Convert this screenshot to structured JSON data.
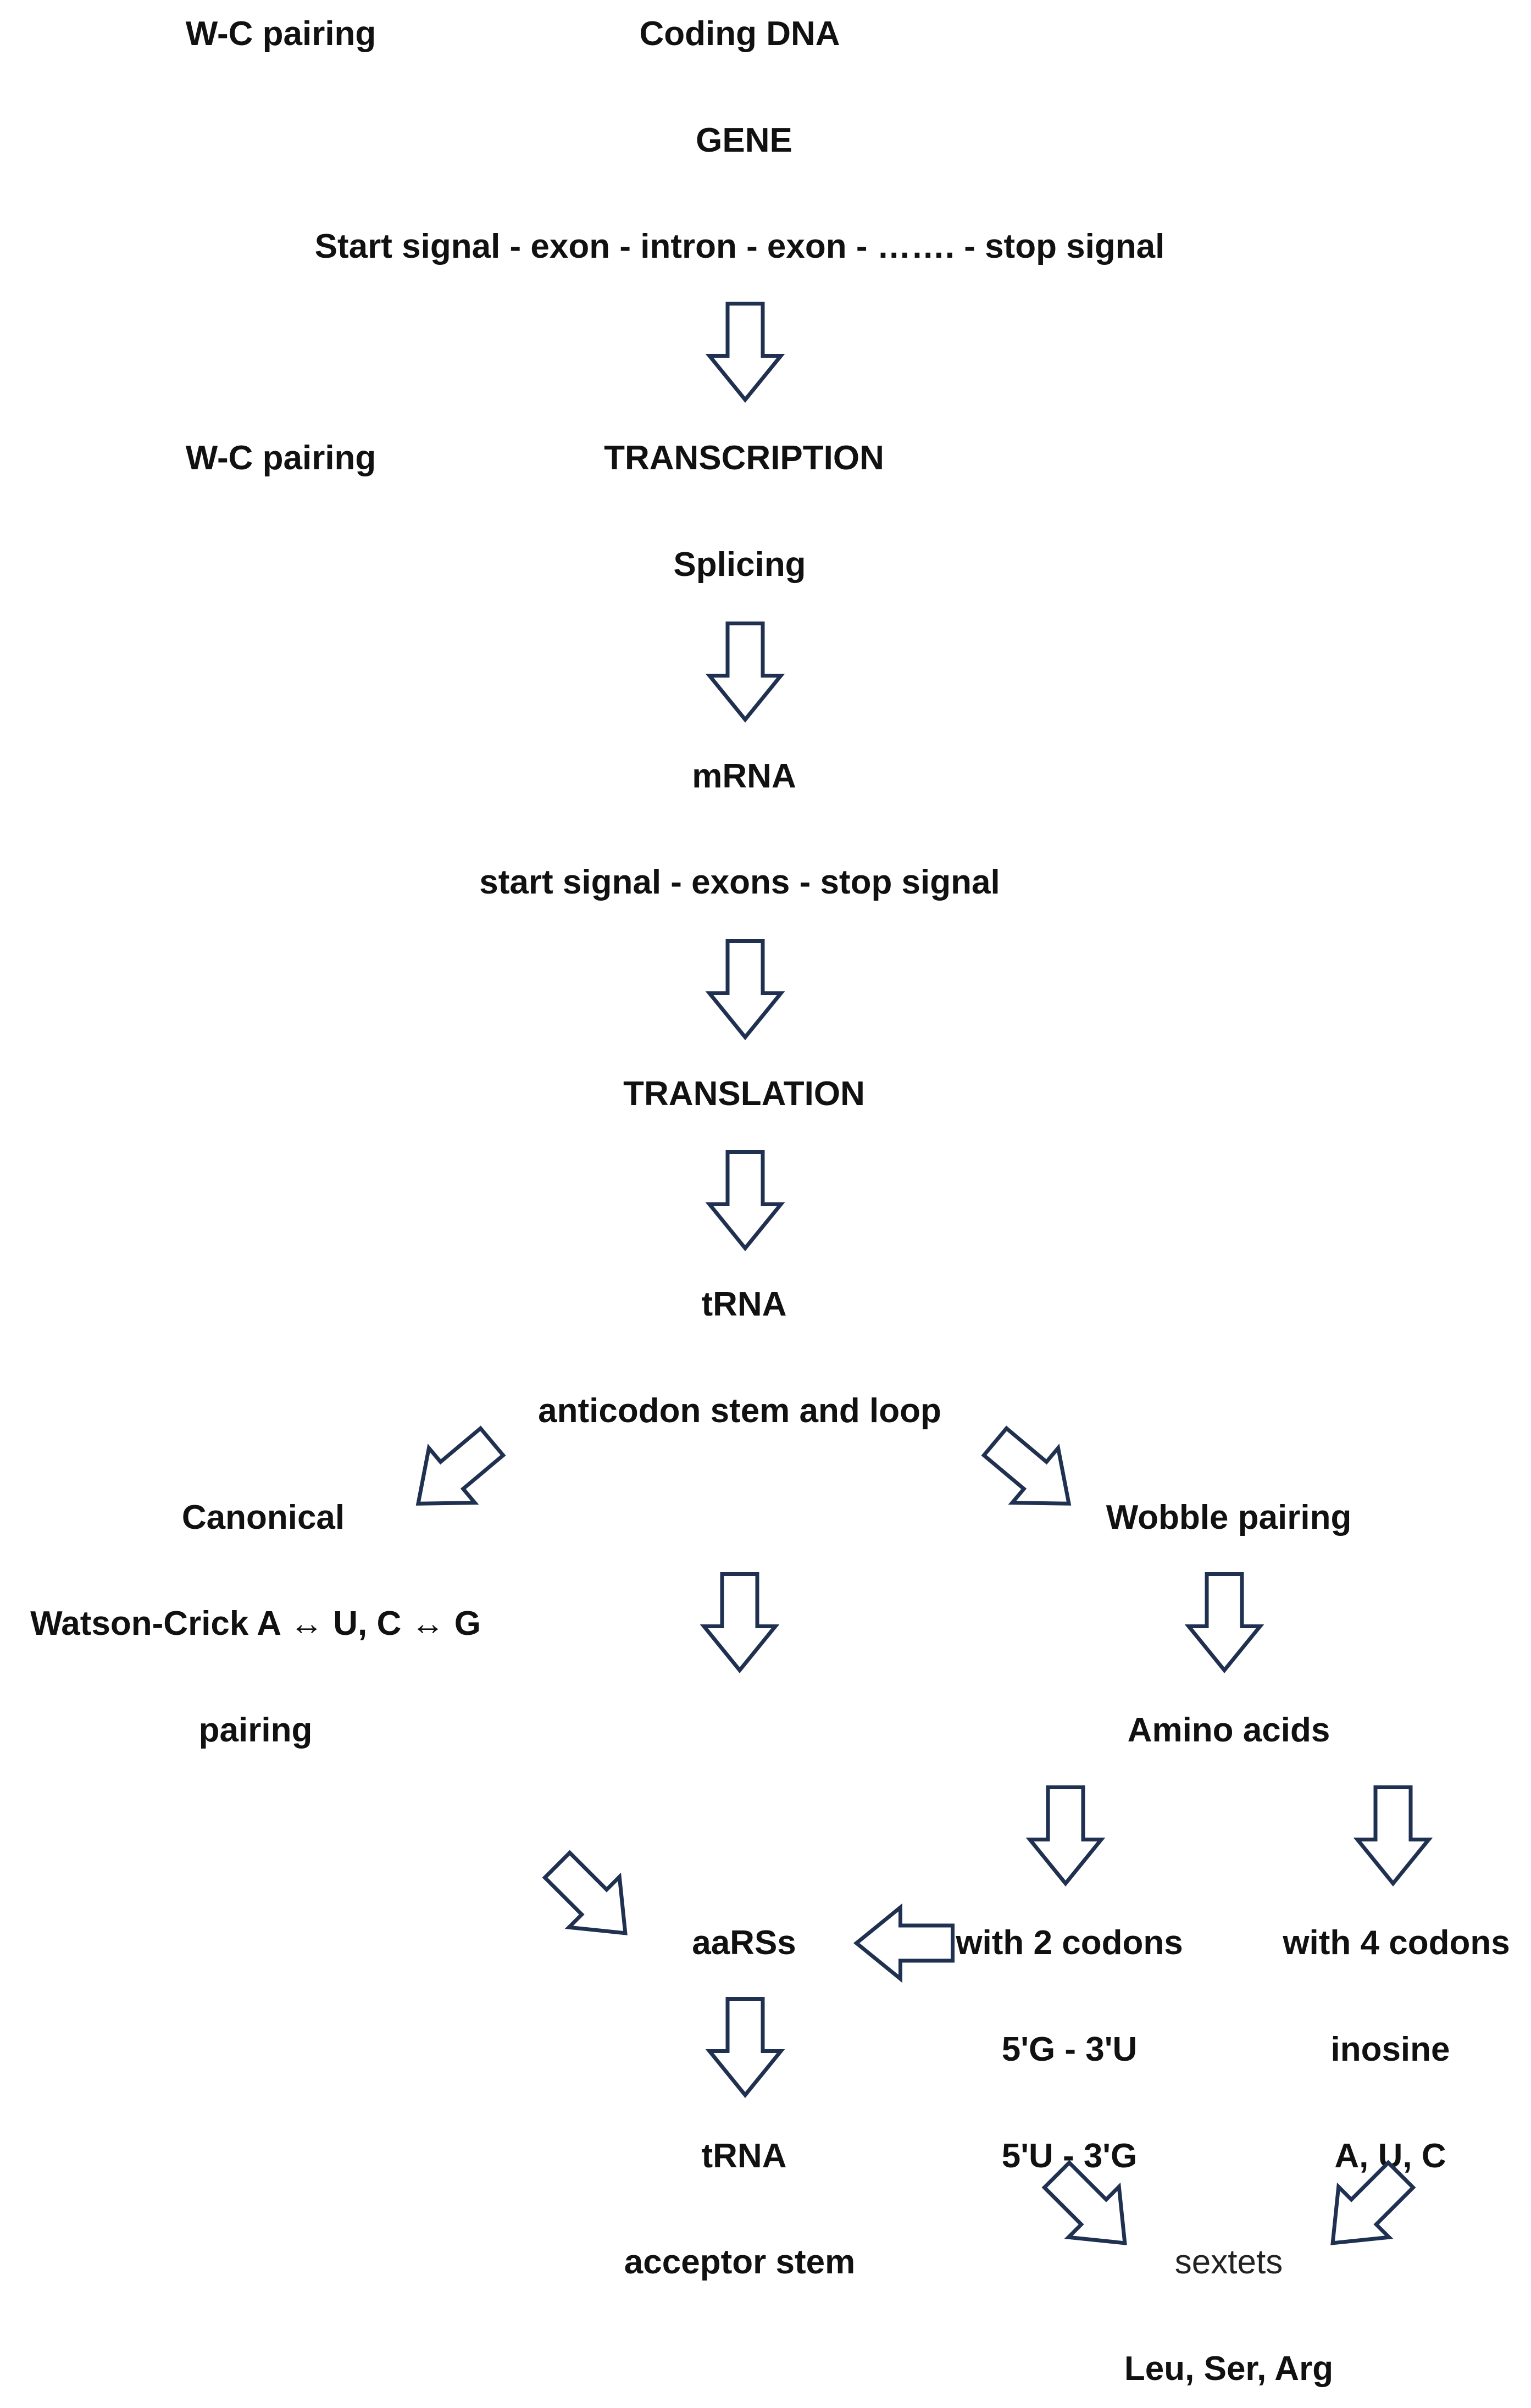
{
  "labels": {
    "wc_pairing_1": "W-C pairing",
    "coding_dna": "Coding DNA",
    "gene": "GENE",
    "gene_structure": "Start signal - exon - intron - exon - ……. - stop signal",
    "wc_pairing_2": "W-C pairing",
    "transcription": "TRANSCRIPTION",
    "splicing": "Splicing",
    "mrna": "mRNA",
    "mrna_structure": "start signal - exons - stop signal",
    "translation": "TRANSLATION",
    "trna_1": "tRNA",
    "anticodon": "anticodon stem and loop",
    "canonical": "Canonical",
    "watson_crick": "Watson-Crick A ↔ U, C ↔ G",
    "pairing": "pairing",
    "wobble": "Wobble pairing",
    "amino_acids": "Amino acids",
    "aarss": "aaRSs",
    "with_2_codons": "with 2 codons",
    "with_4_codons": "with 4 codons",
    "g_u": "5'G - 3'U",
    "inosine": "inosine",
    "trna_2": "tRNA",
    "u_g": "5'U - 3'G",
    "a_u_c": "A, U, C",
    "acceptor_stem": "acceptor stem",
    "sextets": "sextets",
    "leu_ser_arg": "Leu, Ser, Arg"
  },
  "colors": {
    "arrow_outline": "#1f3050",
    "arrow_fill": "#ffffff",
    "text": "#111111"
  },
  "arrow_icon": "hollow-block-arrow"
}
